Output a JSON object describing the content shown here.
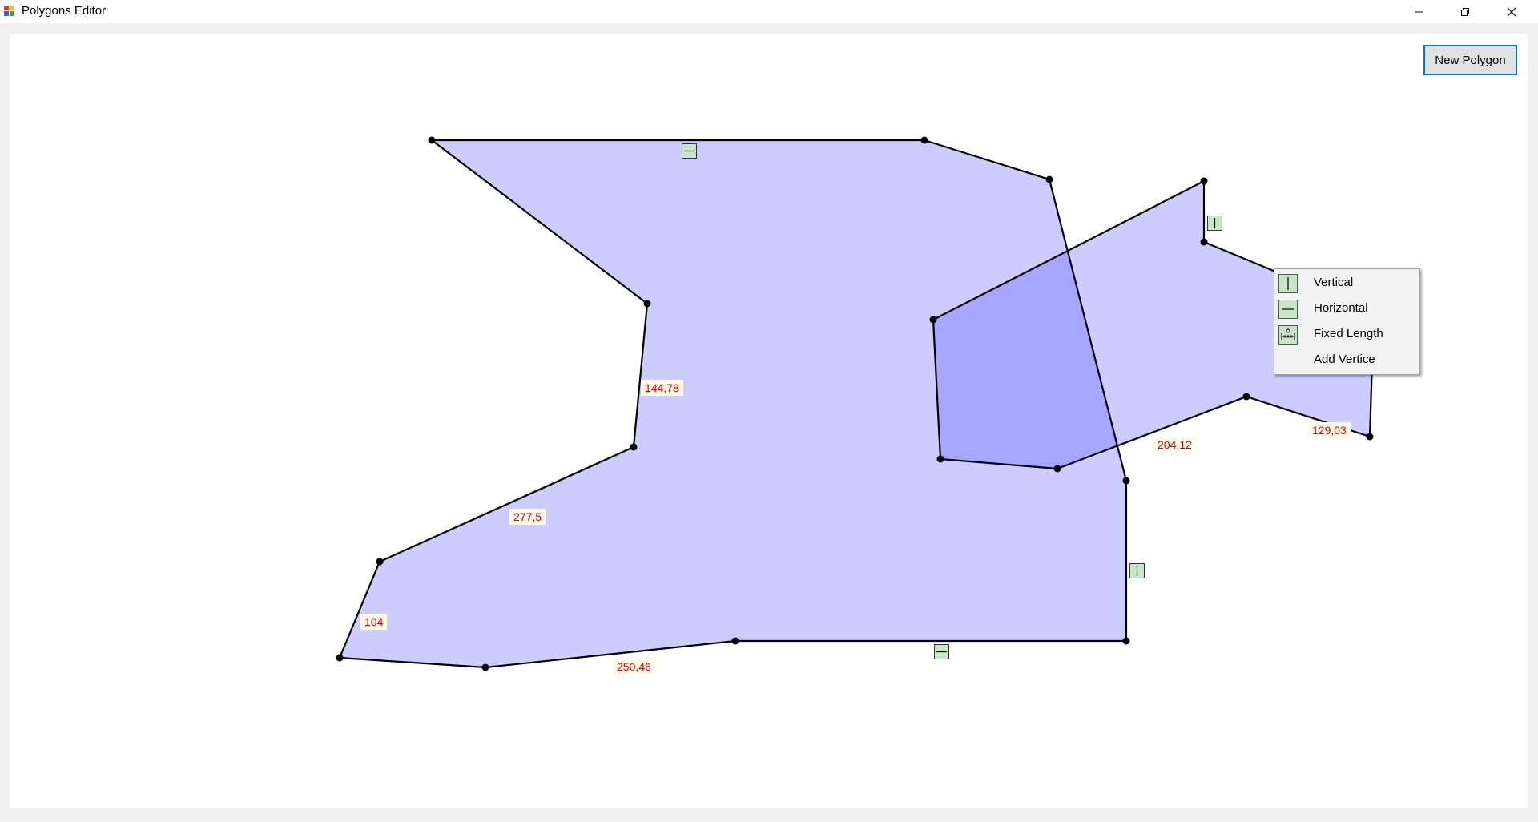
{
  "window": {
    "title": "Polygons Editor",
    "controls": [
      "minimize",
      "restore",
      "close"
    ]
  },
  "toolbar": {
    "new_polygon_label": "New Polygon"
  },
  "colors": {
    "polygon_fill": "#ccccff",
    "overlap_fill": "#a6a6ff",
    "edge": "#000000",
    "label_text": "#e00000",
    "label_bg": "#fffbe8",
    "constraint_icon_bg": "#c7e5c7"
  },
  "edge_length_labels": [
    "144,78",
    "277,5",
    "104",
    "250,46",
    "204,12",
    "129,03"
  ],
  "constraints": {
    "horizontal_icon": "horizontal-constraint-icon",
    "vertical_icon": "vertical-constraint-icon"
  },
  "context_menu": {
    "items": [
      {
        "label": "Vertical",
        "icon": "vertical-icon"
      },
      {
        "label": "Horizontal",
        "icon": "horizontal-icon"
      },
      {
        "label": "Fixed Length",
        "icon": "fixed-length-icon"
      },
      {
        "label": "Add Vertice",
        "icon": ""
      }
    ]
  }
}
